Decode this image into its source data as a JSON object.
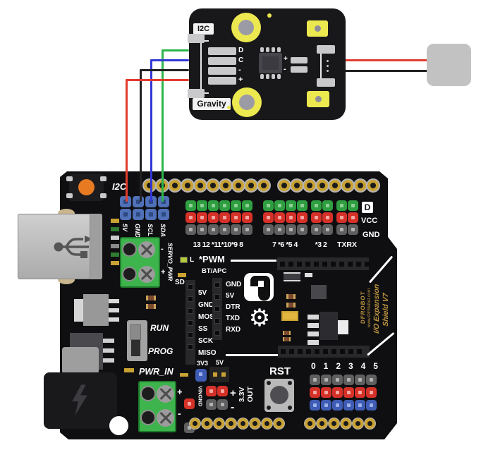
{
  "sensor": {
    "i2c_label": "I2C",
    "gravity_label": "Gravity",
    "pin_labels": [
      "D",
      "C",
      "-",
      "+"
    ],
    "chip_plus": "+",
    "chip_minus": "-"
  },
  "shield": {
    "i2c_header_label": "I2C",
    "i2c_pin_labels": [
      "5V",
      "GND",
      "SCL",
      "SDA"
    ],
    "digital_pin_groups": [
      "13 12 *11*10*9 8",
      "7 *6 *5 4",
      "*3 2",
      "TXRX"
    ],
    "d_box_label": "D",
    "vcc_label": "VCC",
    "gnd_label": "GND",
    "led_label": "L",
    "pwm_label": "*PWM",
    "bt_apc_label": "BT/APC",
    "sd_header_label": "SD",
    "sd_pin_labels": [
      "5V",
      "GND",
      "MOSI",
      "SS",
      "SCK",
      "MISO"
    ],
    "bt_pin_labels": [
      "GND",
      "5V",
      "DTR",
      "TXD",
      "RXD"
    ],
    "run_label": "RUN",
    "prog_label": "PROG",
    "pwr_in_label": "PWR_IN",
    "servo_pwr_label": "SERVO_PWR",
    "servo_minus": "-",
    "servo_plus": "+",
    "v33_label": "3V3",
    "v5_label": "5V",
    "vin_gnd_label": "VINGND",
    "pwr_plus": "+",
    "pwr_minus": "-",
    "out_plus": "+",
    "out_minus": "-",
    "out_33_label": "3.3V",
    "out_label": "OUT",
    "rst_label": "RST",
    "analog_pin_labels": [
      "0",
      "1",
      "2",
      "3",
      "4",
      "5"
    ],
    "brand_name": "DFROBOT",
    "brand_url": "www.DFRobot.com",
    "product_line1": "I/O Expansion",
    "product_line2": "Shield V7"
  },
  "connections": {
    "i2c_wires": [
      {
        "color_name": "green",
        "hex": "#2db54b",
        "from": "sensor D (SDA)",
        "to": "shield SDA"
      },
      {
        "color_name": "blue",
        "hex": "#3236d6",
        "from": "sensor C (SCL)",
        "to": "shield SCL"
      },
      {
        "color_name": "black",
        "hex": "#212121",
        "from": "sensor -",
        "to": "shield GND"
      },
      {
        "color_name": "red",
        "hex": "#e23b2e",
        "from": "sensor +",
        "to": "shield 5V"
      }
    ],
    "probe_wires": [
      {
        "color_name": "red",
        "hex": "#e23b2e"
      },
      {
        "color_name": "black",
        "hex": "#212121"
      }
    ]
  },
  "palette": {
    "board_black": "#0f0f11",
    "module_black": "#18181b",
    "gold": "#c9a233",
    "terminal_green": "#3db44c",
    "header_blue": "#5070b8",
    "pin_green": "#2f9e41",
    "pin_red": "#d63129",
    "pin_gray": "#5f5f5f",
    "pin_blue": "#3f5cb5",
    "button_orange": "#e87a22",
    "pad_yellow": "#ece84f",
    "brand_gold": "#bd9440",
    "probe_gray": "#c2c2c2"
  }
}
